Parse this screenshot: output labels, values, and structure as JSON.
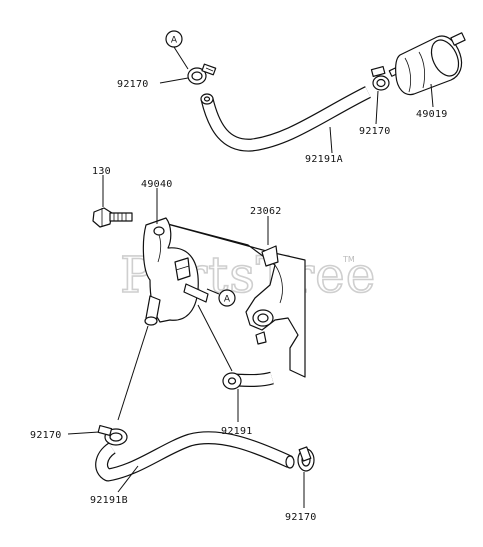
{
  "watermark": {
    "text": "PartsTree",
    "trademark": "TM"
  },
  "labels": {
    "hose_top": "92191A",
    "clamp_top_left": "92170",
    "clamp_top_right": "92170",
    "fuel_filter": "49019",
    "bolt": "130",
    "fuel_pump": "49040",
    "bracket": "23062",
    "hose_short": "92191",
    "clamp_bottom_left": "92170",
    "hose_bottom": "92191B",
    "clamp_bottom_right": "92170"
  },
  "ref_markers": {
    "top": "A",
    "pump": "A"
  }
}
